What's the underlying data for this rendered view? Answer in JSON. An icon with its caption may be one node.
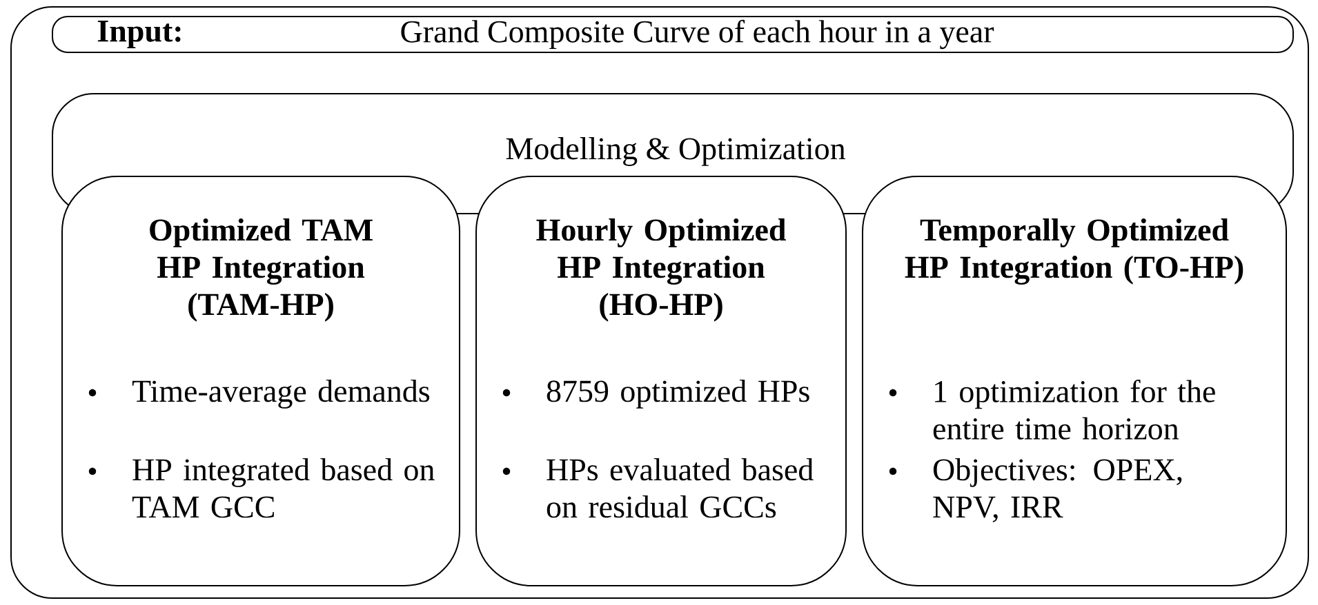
{
  "diagram": {
    "nodes": [
      {
        "text": [],
        "shape": "box"
      },
      {
        "text": [
          "Input:",
          "Grand Composite Curve of each hour in a year"
        ],
        "in": 0
      },
      {
        "text": [
          "Modelling & Optimization"
        ],
        "in": 0
      },
      {
        "text": [
          "Optimized TAM HP Integration (TAM-HP)",
          "Time-average demands",
          "HP integrated based on TAM GCC"
        ],
        "in": 0
      },
      {
        "text": [
          "Hourly Optimized HP Integration (HO-HP)",
          "8759 optimized HPs",
          "HPs evaluated based on residual GCCs"
        ],
        "in": 0
      },
      {
        "text": [
          "Temporally Optimized HP Integration (TO-HP)",
          "1 optimization for the entire time horizon",
          "Objectives: OPEX, NPV, IRR"
        ],
        "in": 0
      }
    ]
  }
}
